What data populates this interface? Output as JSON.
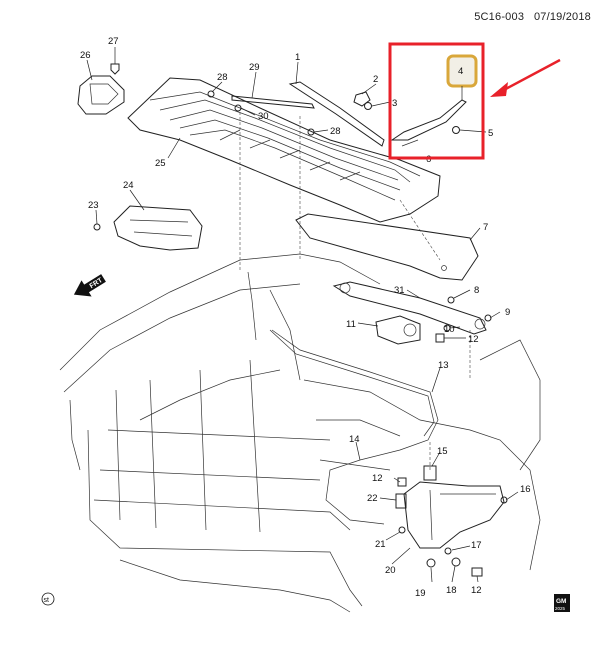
{
  "header": {
    "code": "5C16-003",
    "date": "07/19/2018"
  },
  "front_arrow": "FRT",
  "footer": {
    "left_symbol": "st",
    "right_logo_top": "GM",
    "right_logo_bottom": "2025"
  },
  "highlight": {
    "color": "#e8212a",
    "badge_color": "#d9a73a",
    "badge_label": "4"
  },
  "callouts": {
    "c1": "1",
    "c2": "2",
    "c3": "3",
    "c5": "5",
    "c6": "6",
    "c7": "7",
    "c8": "8",
    "c9": "9",
    "c10": "10",
    "c11": "11",
    "c12a": "12",
    "c12b": "12",
    "c12c": "12",
    "c13": "13",
    "c14": "14",
    "c15": "15",
    "c16": "16",
    "c17": "17",
    "c18": "18",
    "c19": "19",
    "c20": "20",
    "c21": "21",
    "c22": "22",
    "c23": "23",
    "c24": "24",
    "c25": "25",
    "c26": "26",
    "c27": "27",
    "c28a": "28",
    "c28b": "28",
    "c29": "29",
    "c30": "30",
    "c31": "31"
  }
}
